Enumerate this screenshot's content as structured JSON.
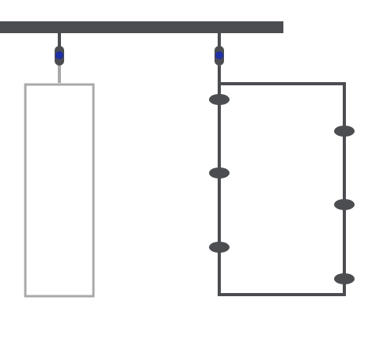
{
  "colors": {
    "background": "#ffffff",
    "dark": "#4b4d51",
    "muted": "#a9a9a9",
    "connector_blue": "#1f2fa6"
  },
  "rail": {
    "icon": "rail-bar"
  },
  "hangers": [
    {
      "id": "left",
      "state": "inactive",
      "icon": "hanger-connector-icon"
    },
    {
      "id": "right",
      "state": "active",
      "icon": "hanger-connector-icon"
    }
  ],
  "panels": [
    {
      "id": "left-panel",
      "state": "inactive",
      "node_count": 0
    },
    {
      "id": "right-panel",
      "state": "active",
      "node_count": 6
    }
  ]
}
